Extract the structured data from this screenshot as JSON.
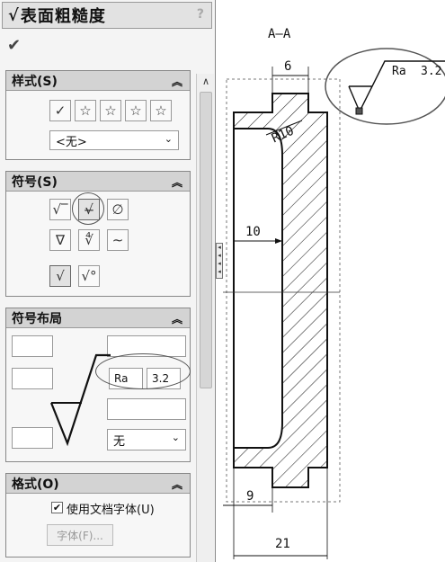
{
  "panel": {
    "title": "表面粗糙度",
    "title_icon": "surface-finish-icon",
    "help_label": "?",
    "ok_icon": "checkmark-icon",
    "styles_group": {
      "title": "样式(S)",
      "icons": [
        "favorite-apply-icon",
        "favorite-add-icon",
        "favorite-delete-icon",
        "favorite-save-icon",
        "favorite-load-icon"
      ],
      "combo_value": "<无>"
    },
    "symbol_group": {
      "title": "符号(S)",
      "symbols": [
        "basic-icon",
        "machining-required-icon",
        "machining-prohibited-icon",
        "jis-basic-icon",
        "jis-machining-icon",
        "jis-no-machining-icon",
        "local-icon",
        "all-around-icon"
      ],
      "selected": "machining-required-icon"
    },
    "layout_group": {
      "title": "符号布局",
      "roughness_label": "Ra",
      "roughness_value": "3.2",
      "lay_direction": "无"
    },
    "format_group": {
      "title": "格式(O)",
      "use_document_font_label": "使用文档字体(U)",
      "use_document_font_checked": true,
      "font_button_label": "字体(F)..."
    }
  },
  "drawing": {
    "section_label": "A—A",
    "dims": {
      "top_width": "6",
      "radius": "R10",
      "inner": "10",
      "lower": "9",
      "overall": "21"
    },
    "roughness_callout": {
      "label": "Ra",
      "value": "3.2"
    }
  }
}
